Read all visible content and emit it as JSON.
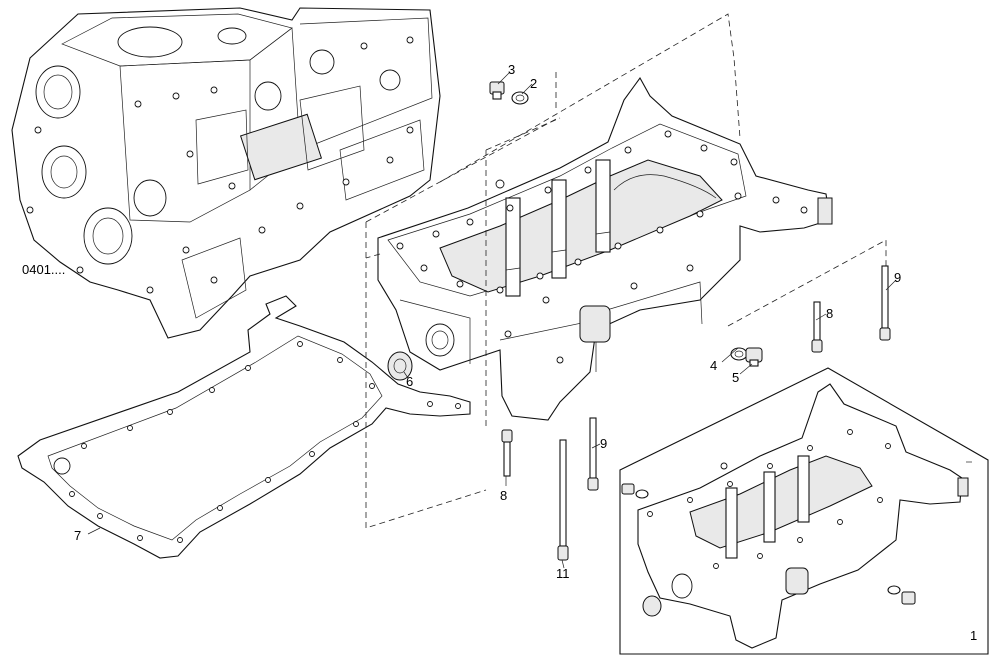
{
  "reference_label": "0401....",
  "callouts": [
    {
      "id": "c1",
      "text": "1"
    },
    {
      "id": "c2",
      "text": "2"
    },
    {
      "id": "c3",
      "text": "3"
    },
    {
      "id": "c4",
      "text": "4"
    },
    {
      "id": "c5",
      "text": "5"
    },
    {
      "id": "c6",
      "text": "6"
    },
    {
      "id": "c7",
      "text": "7"
    },
    {
      "id": "c8a",
      "text": "8"
    },
    {
      "id": "c8b",
      "text": "8"
    },
    {
      "id": "c9a",
      "text": "9"
    },
    {
      "id": "c9b",
      "text": "9"
    },
    {
      "id": "c11",
      "text": "11"
    }
  ]
}
